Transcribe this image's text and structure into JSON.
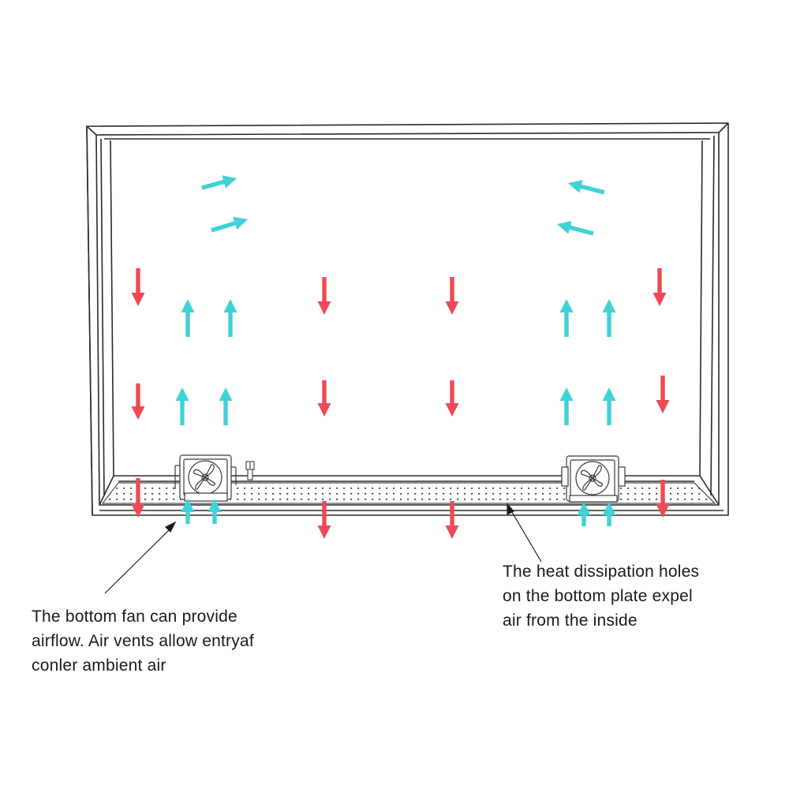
{
  "colors": {
    "outline": "#2b2b2b",
    "cool_air_arrow": "#40d2d8",
    "hot_air_arrow": "#ee4a55",
    "background": "#ffffff"
  },
  "annotations": {
    "fan_note": {
      "lines": [
        "The bottom fan can provide",
        "airflow. Air vents allow entryaf",
        "conler ambient air"
      ]
    },
    "holes_note": {
      "lines": [
        "The heat dissipation holes",
        "on the bottom plate expel",
        "air from the inside"
      ]
    }
  },
  "icons": {
    "fan": "fan-icon",
    "connector": "connector-icon"
  }
}
